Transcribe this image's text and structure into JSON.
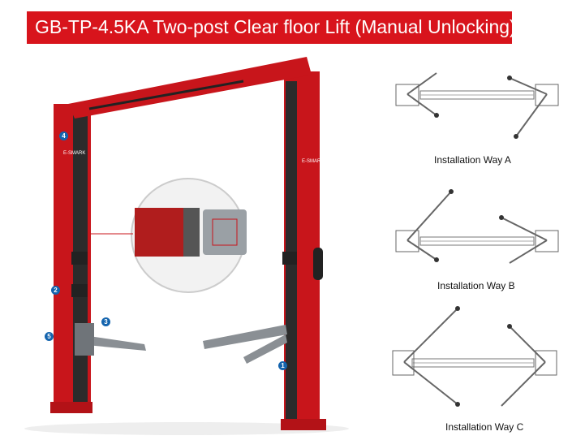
{
  "title": "GB-TP-4.5KA  Two-post Clear floor Lift (Manual Unlocking)",
  "colors": {
    "brand_red": "#d8141c",
    "lift_red": "#c8151b",
    "callout_blue": "#1464ae"
  },
  "callouts": [
    "1",
    "2",
    "3",
    "4",
    "5"
  ],
  "installations": [
    {
      "caption": "Installation Way A"
    },
    {
      "caption": "Installation Way B"
    },
    {
      "caption": "Installation Way C"
    }
  ]
}
